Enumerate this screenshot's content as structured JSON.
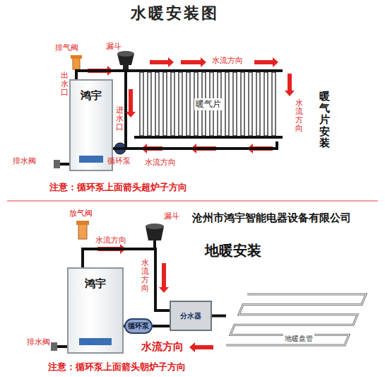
{
  "diagram": {
    "title": "水暖安装图",
    "nodes": [
      {
        "text": [
          "鸿宇"
        ]
      },
      {
        "text": [
          "暖气片"
        ]
      },
      {
        "text": [
          "鸿宇"
        ]
      },
      {
        "text": [
          "循环泵"
        ]
      },
      {
        "text": [
          "分水器"
        ]
      },
      {
        "text": [
          "地暖盘管"
        ]
      }
    ],
    "edges": [
      {
        "from": 0,
        "to": 1,
        "arrow": "none"
      },
      {
        "from": 1,
        "to": 0,
        "arrow": "none"
      },
      {
        "from": 2,
        "to": 4,
        "arrow": "none"
      },
      {
        "from": 4,
        "to": 3,
        "arrow": "none"
      },
      {
        "from": 3,
        "to": 2,
        "arrow": "none"
      },
      {
        "from": 4,
        "to": 5,
        "arrow": "none"
      }
    ],
    "labels": [
      "排气阀",
      "漏斗",
      "水流方向",
      "出水口",
      "水流方向",
      "暖气片安装",
      "进水口",
      "排水阀",
      "循环泵",
      "水流方向",
      "注意：循环泵上面箭头超炉子方向",
      "放气阀",
      "漏斗",
      "沧州市鸿宇智能电器设备有限公司",
      "水流方向",
      "地暖安装",
      "水流方向",
      "排水阀",
      "水流方向",
      "注意：循环泵上面箭头朝炉子方向"
    ]
  }
}
